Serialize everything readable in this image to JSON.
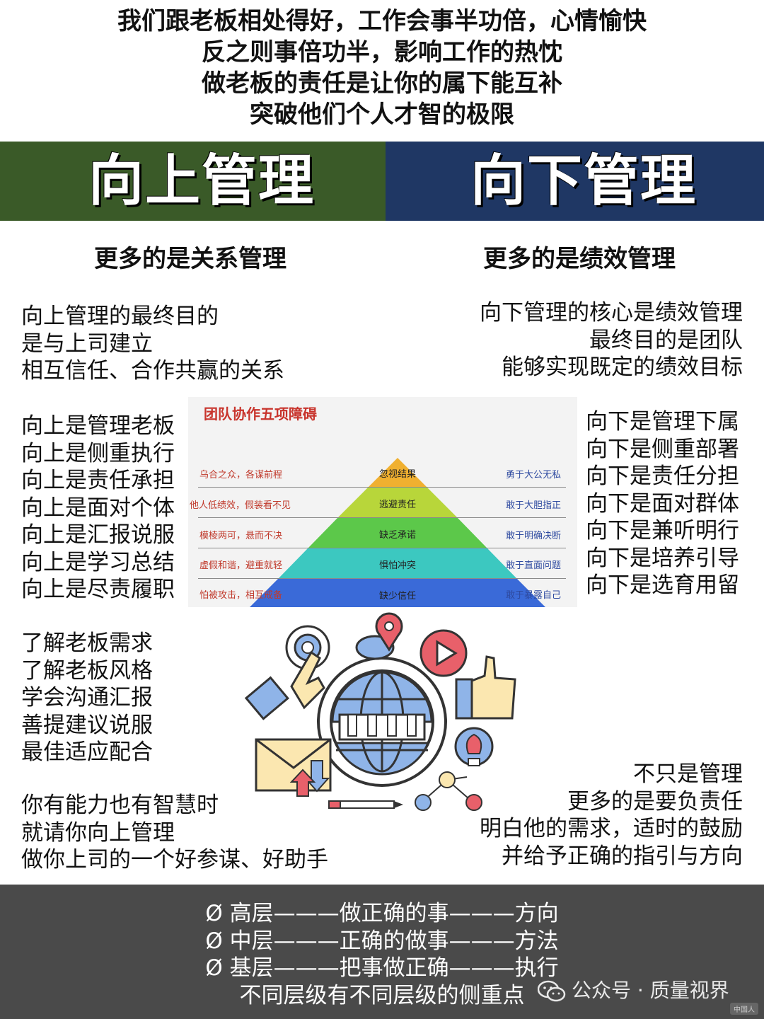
{
  "intro": [
    "我们跟老板相处得好，工作会事半功倍，心情愉快",
    "反之则事倍功半，影响工作的热忱",
    "做老板的责任是让你的属下能互补",
    "突破他们个人才智的极限"
  ],
  "upward": {
    "title": "向上管理",
    "subtitle": "更多的是关系管理",
    "purpose": [
      "向上管理的最终目的",
      "是与上司建立",
      "相互信任、合作共赢的关系"
    ],
    "points": [
      "向上是管理老板",
      "向上是侧重执行",
      "向上是责任承担",
      "向上是面对个体",
      "向上是汇报说服",
      "向上是学习总结",
      "向上是尽责履职"
    ],
    "tips": [
      "了解老板需求",
      "了解老板风格",
      "学会沟通汇报",
      "善提建议说服",
      "最佳适应配合"
    ],
    "closing": [
      "你有能力也有智慧时",
      "就请你向上管理",
      "做你上司的一个好参谋、好助手"
    ],
    "color": "#3a5a28"
  },
  "downward": {
    "title": "向下管理",
    "subtitle": "更多的是绩效管理",
    "purpose": [
      "向下管理的核心是绩效管理",
      "最终目的是团队",
      "能够实现既定的绩效目标"
    ],
    "points": [
      "向下是管理下属",
      "向下是侧重部署",
      "向下是责任分担",
      "向下是面对群体",
      "向下是兼听明行",
      "向下是培养引导",
      "向下是选育用留"
    ],
    "closing": [
      "不只是管理",
      "更多的是要负责任",
      "明白他的需求，适时的鼓励",
      "并给予正确的指引与方向"
    ],
    "color": "#1f3764"
  },
  "pyramid": {
    "title": "团队协作五项障碍",
    "levels": [
      {
        "left": "乌合之众，各谋前程",
        "center": "忽视结果",
        "right": "勇于大公无私",
        "color": "#f0b030"
      },
      {
        "left": "他人低绩效，假装看不见",
        "center": "逃避责任",
        "right": "敢于大胆指正",
        "color": "#b8d63a"
      },
      {
        "left": "模棱两可，悬而不决",
        "center": "缺乏承诺",
        "right": "敢于明确决断",
        "color": "#5cc84a"
      },
      {
        "left": "虚假和谐，避重就轻",
        "center": "惧怕冲突",
        "right": "敢于直面问题",
        "color": "#3cc8c0"
      },
      {
        "left": "怕被攻击，相互戒备",
        "center": "缺少信任",
        "right": "敢于暴露自己",
        "color": "#3a6ad8"
      }
    ]
  },
  "footer": {
    "lines": [
      "Ø 高层———做正确的事———方向",
      "Ø 中层———正确的做事———方法",
      "Ø 基层———把事做正确———执行",
      "不同层级有不同层级的侧重点"
    ],
    "watermark": "公众号 · 质量视界",
    "corner_tag": "中国人"
  }
}
